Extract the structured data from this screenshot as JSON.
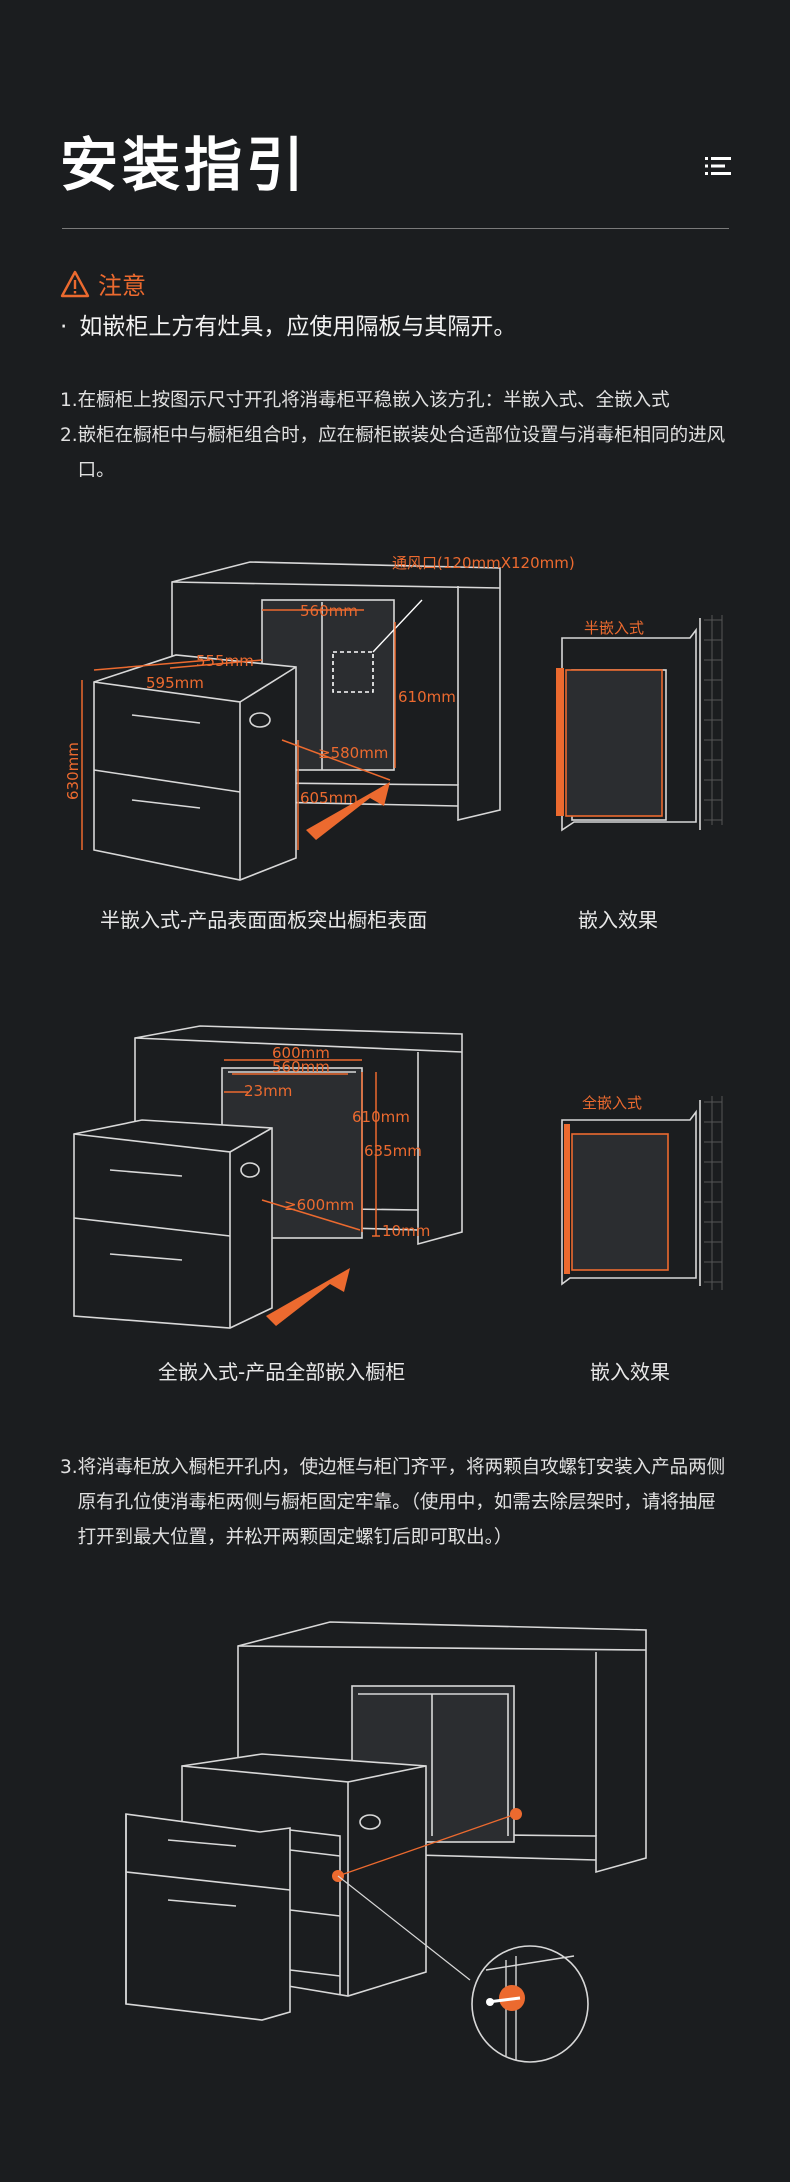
{
  "page": {
    "title": "安装指引",
    "menu_icon": "list-icon",
    "accent_color": "#ec6a2f"
  },
  "notice": {
    "icon": "warning-icon",
    "title": "注意",
    "text": "如嵌柜上方有灶具，应使用隔板与其隔开。"
  },
  "steps_top": [
    {
      "num": "1.",
      "text": "在橱柜上按图示尺寸开孔将消毒柜平稳嵌入该方孔：半嵌入式、全嵌入式"
    },
    {
      "num": "2.",
      "text": "嵌柜在橱柜中与橱柜组合时，应在橱柜嵌装处合适部位设置与消毒柜相同的进风口。"
    }
  ],
  "diagram_half": {
    "vent_label": "通风口(120mmX120mm)",
    "dims": {
      "w560": "560mm",
      "w555": "555mm",
      "w595": "595mm",
      "h610": "610mm",
      "d580": "≥580mm",
      "h605": "605mm",
      "h630": "630mm"
    },
    "caption": "半嵌入式-产品表面面板突出橱柜表面",
    "effect_label": "半嵌入式",
    "effect_caption": "嵌入效果"
  },
  "diagram_full": {
    "dims": {
      "w600": "600mm",
      "w560": "560mm",
      "w23": "23mm",
      "h610": "610mm",
      "h635": "635mm",
      "d600": "≥600mm",
      "h10": "10mm"
    },
    "caption": "全嵌入式-产品全部嵌入橱柜",
    "effect_label": "全嵌入式",
    "effect_caption": "嵌入效果"
  },
  "steps_bottom": [
    {
      "num": "3.",
      "text": "将消毒柜放入橱柜开孔内，使边框与柜门齐平，将两颗自攻螺钉安装入产品两侧原有孔位使消毒柜两侧与橱柜固定牢靠。（使用中，如需去除层架时，请将抽屉打开到最大位置，并松开两颗固定螺钉后即可取出。）"
    }
  ]
}
